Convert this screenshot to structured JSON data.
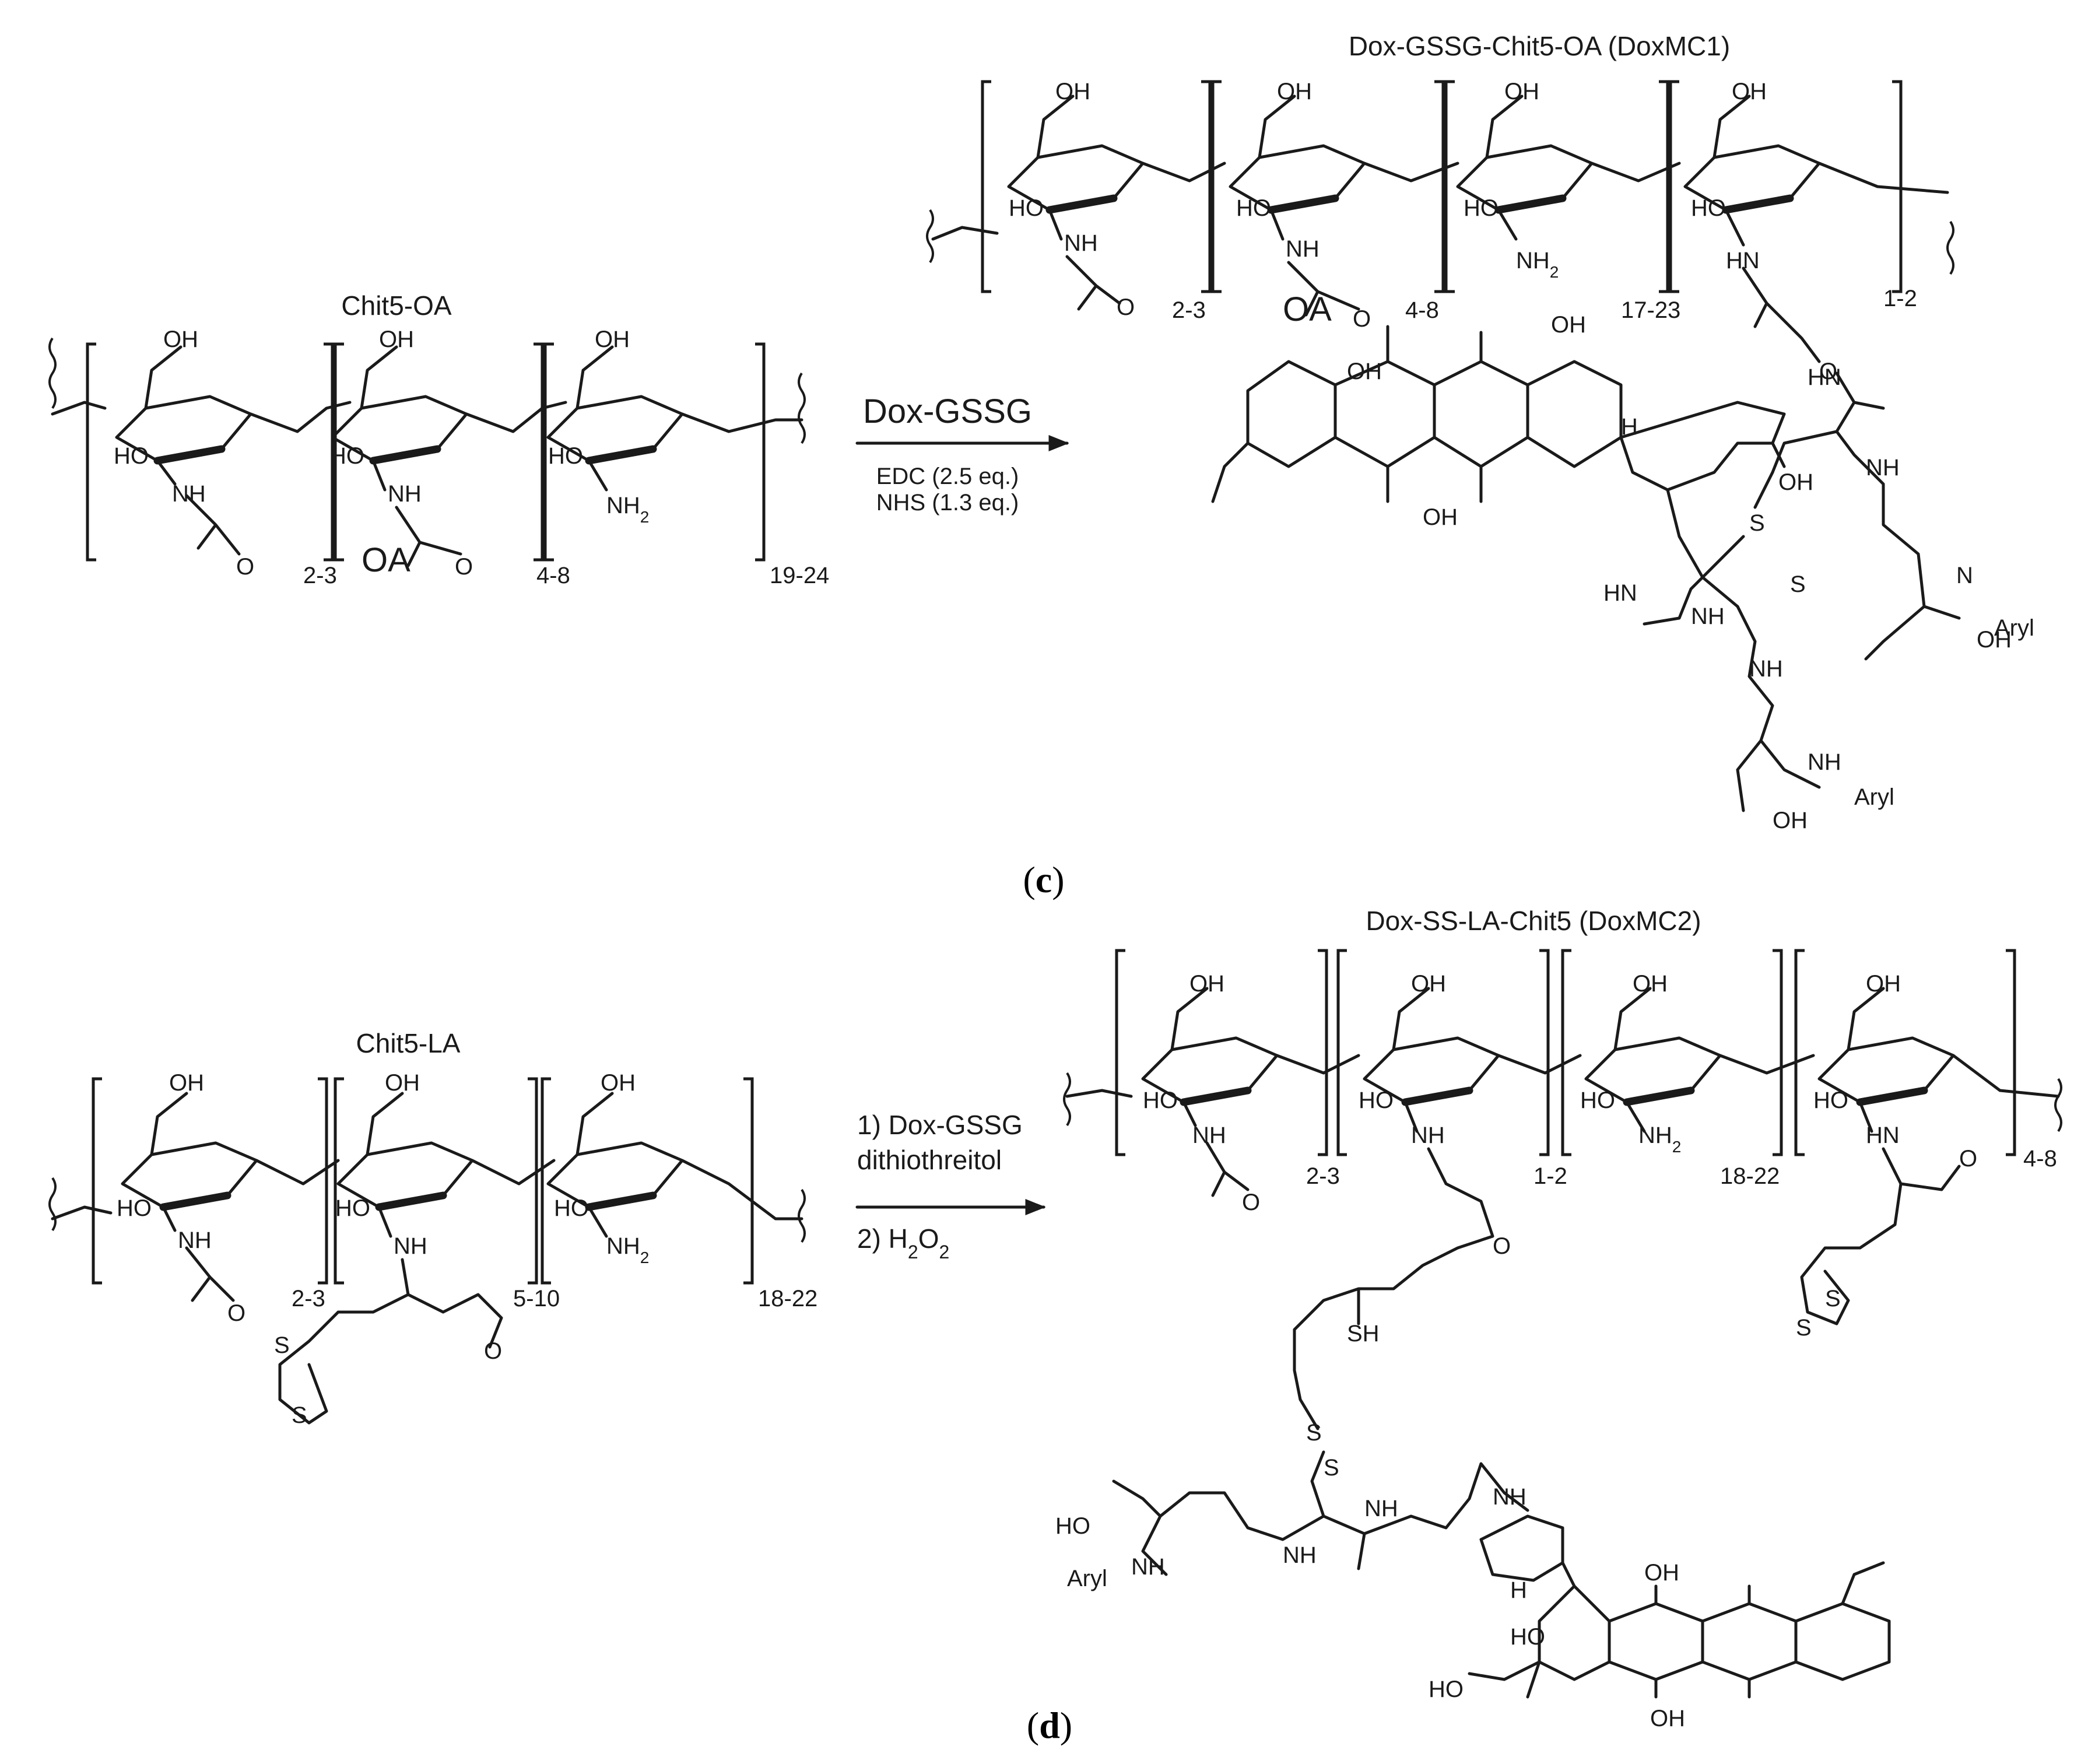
{
  "panel_c": {
    "label_open": "(",
    "label_letter": "c",
    "label_close": ")",
    "reactant": {
      "name": "Chit5-OA",
      "units": [
        {
          "subscript": "2-3"
        },
        {
          "subscript": "4-8"
        },
        {
          "subscript": "19-24"
        }
      ],
      "atoms": {
        "oh": "OH",
        "ho": "HO",
        "nh": "NH",
        "nh2": "NH",
        "nh2_sub": "2",
        "o": "O",
        "oa": "OA"
      }
    },
    "arrow": {
      "reagent_main": "Dox-GSSG",
      "condition_1": "EDC (2.5 eq.)",
      "condition_2": "NHS (1.3 eq.)"
    },
    "product": {
      "name": "Dox-GSSG-Chit5-OA (DoxMC1)",
      "units": [
        {
          "subscript": "2-3"
        },
        {
          "subscript": "4-8"
        },
        {
          "subscript": "17-23"
        },
        {
          "subscript": "1-2"
        }
      ],
      "atoms": {
        "oh": "OH",
        "ho": "HO",
        "nh": "NH",
        "hn": "HN",
        "nh2": "NH",
        "nh2_sub": "2",
        "o": "O",
        "oa": "OA",
        "h": "H",
        "s": "S",
        "aryl": "Aryl",
        "n_aryl": "N",
        "nh_aryl": "NH"
      }
    }
  },
  "panel_d": {
    "label_open": "(",
    "label_letter": "d",
    "label_close": ")",
    "reactant": {
      "name": "Chit5-LA",
      "units": [
        {
          "subscript": "2-3"
        },
        {
          "subscript": "5-10"
        },
        {
          "subscript": "18-22"
        }
      ]
    },
    "arrow": {
      "step_1a": "1) Dox-GSSG",
      "step_1b": "dithiothreitol",
      "step_2_prefix": "2) H",
      "step_2_sub1": "2",
      "step_2_mid": "O",
      "step_2_sub2": "2"
    },
    "product": {
      "name": "Dox-SS-LA-Chit5 (DoxMC2)",
      "units": [
        {
          "subscript": "2-3"
        },
        {
          "subscript": "1-2"
        },
        {
          "subscript": "18-22"
        },
        {
          "subscript": "4-8"
        }
      ],
      "atoms": {
        "sh": "SH",
        "ho_ac": "HO",
        "aryl_nh": "Aryl",
        "nh": "NH",
        "ho": "HO",
        "h": "H"
      }
    }
  }
}
